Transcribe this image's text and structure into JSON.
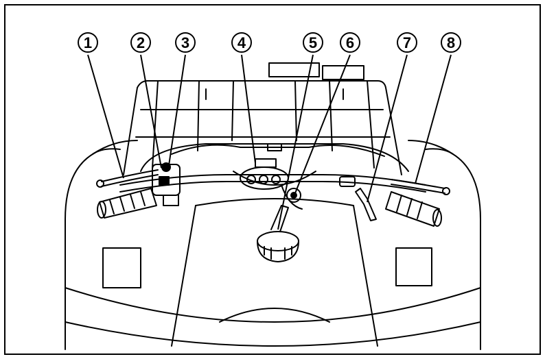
{
  "figure": {
    "callouts": [
      {
        "label": "1"
      },
      {
        "label": "2"
      },
      {
        "label": "3"
      },
      {
        "label": "4"
      },
      {
        "label": "5"
      },
      {
        "label": "6"
      },
      {
        "label": "7"
      },
      {
        "label": "8"
      }
    ]
  },
  "colors": {
    "ink": "#000000",
    "paper": "#ffffff"
  }
}
